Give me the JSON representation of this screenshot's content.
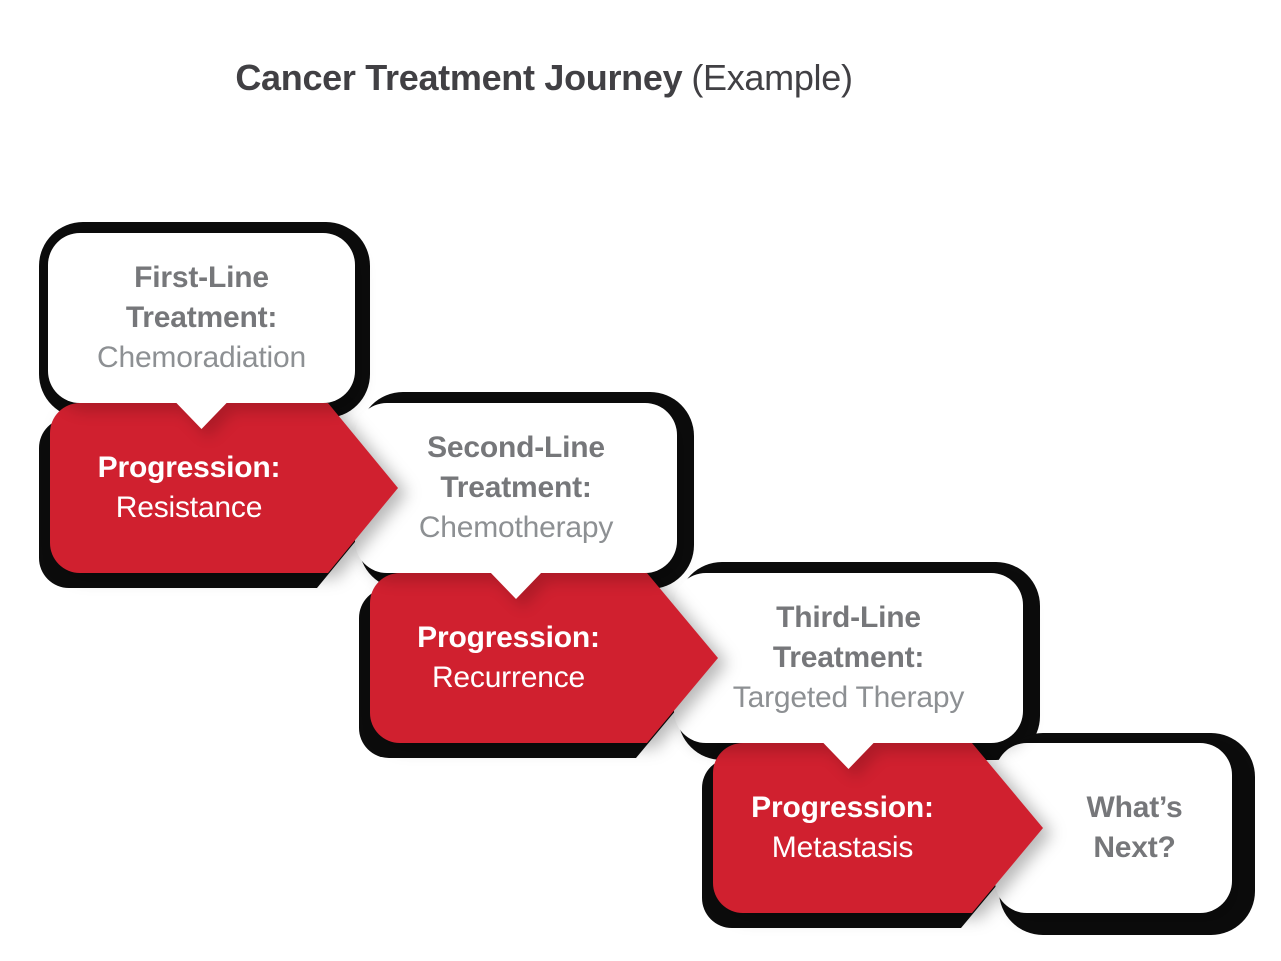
{
  "title": {
    "main": "Cancer Treatment Journey",
    "suffix": "(Example)"
  },
  "colors": {
    "red": "#d0202f",
    "outline": "#0c0c0c",
    "heading-gray": "#76777a",
    "detail-gray": "#8d9093",
    "title-color": "#414044",
    "paper": "#ffffff"
  },
  "steps": [
    {
      "kind": "treatment",
      "heading": "First-Line Treatment:",
      "detail": "Chemoradiation"
    },
    {
      "kind": "progression",
      "heading": "Progression:",
      "detail": "Resistance"
    },
    {
      "kind": "treatment",
      "heading": "Second-Line Treatment:",
      "detail": "Chemotherapy"
    },
    {
      "kind": "progression",
      "heading": "Progression:",
      "detail": "Recurrence"
    },
    {
      "kind": "treatment",
      "heading": "Third-Line Treatment:",
      "detail": "Targeted Therapy"
    },
    {
      "kind": "progression",
      "heading": "Progression:",
      "detail": "Metastasis"
    },
    {
      "kind": "treatment",
      "heading": "What’s Next?",
      "detail": ""
    }
  ]
}
